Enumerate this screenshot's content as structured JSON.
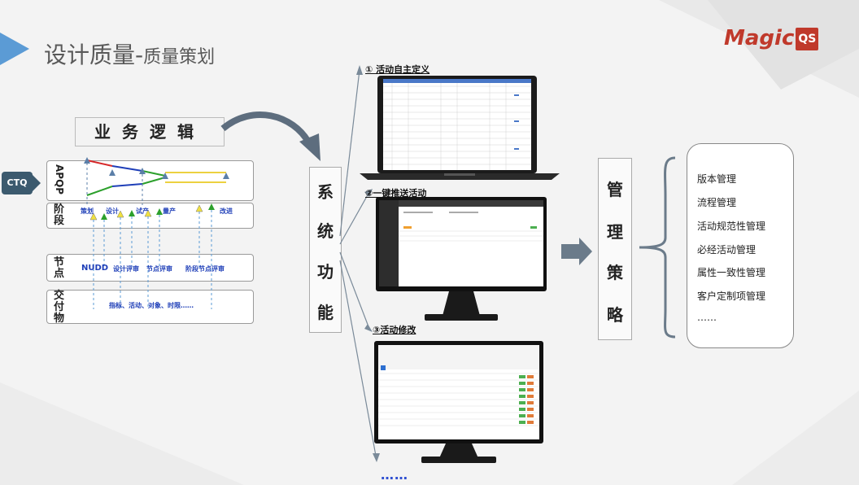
{
  "title": {
    "main": "设计质量-",
    "sub": "质量策划"
  },
  "logo": {
    "text": "Magic",
    "badge": "QS"
  },
  "logic": {
    "label": "业务逻辑"
  },
  "ctq": "CTQ",
  "rows": {
    "apqp": "APQP",
    "stage": "阶段",
    "node": "节点",
    "deliverable": "交付物"
  },
  "stages": [
    "策划",
    "设计",
    "试产",
    "量产",
    "改进"
  ],
  "nodes": {
    "nudd": "NUDD",
    "design_review": "设计评审",
    "node_review": "节点评审",
    "gate_review": "阶段节点评审"
  },
  "deliverables": "指标、活动、对象、时限……",
  "system": {
    "chars": [
      "系",
      "统",
      "功",
      "能"
    ]
  },
  "screens": [
    {
      "label": "① 活动自主定义"
    },
    {
      "label": "②一键推送活动"
    },
    {
      "label": "③活动修改"
    }
  ],
  "more": "……",
  "mgmt": {
    "chars": [
      "管",
      "理",
      "策",
      "略"
    ]
  },
  "strategies": [
    "版本管理",
    "流程管理",
    "活动规范性管理",
    "必经活动管理",
    "属性一致性管理",
    "客户定制项管理",
    "……"
  ],
  "colors": {
    "accent": "#5b9bd5",
    "logo": "#c0392b",
    "blue_text": "#1f3fb8",
    "arrow": "#6b7b8a"
  }
}
